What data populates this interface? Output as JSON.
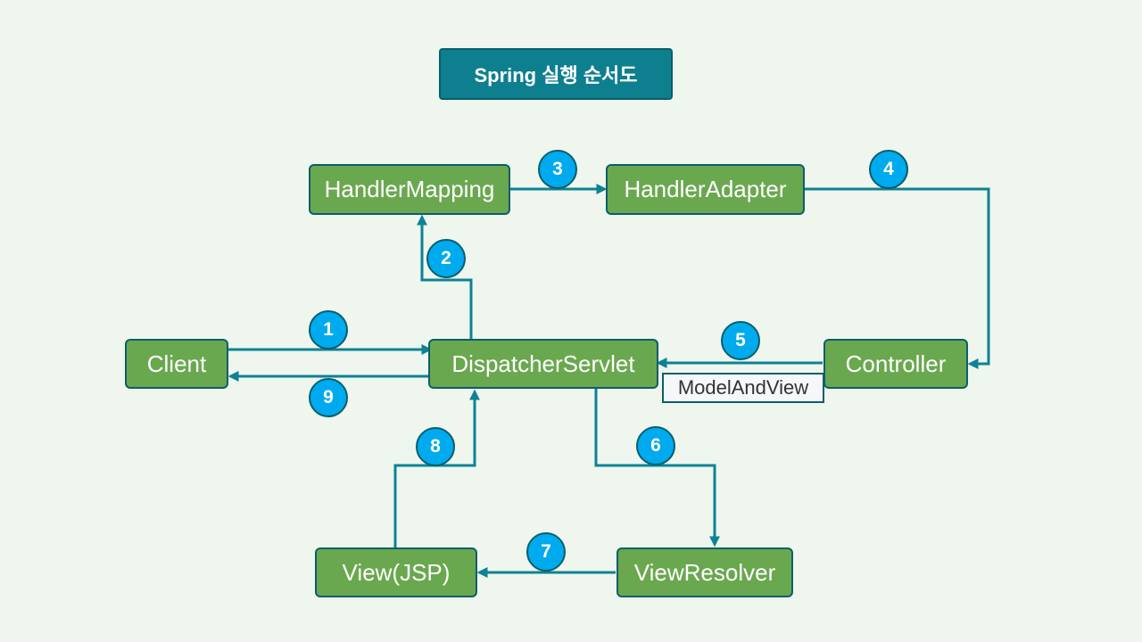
{
  "title": "Spring 실행 순서도",
  "nodes": {
    "client": "Client",
    "dispatcher": "DispatcherServlet",
    "handler_mapping": "HandlerMapping",
    "handler_adapter": "HandlerAdapter",
    "controller": "Controller",
    "view_resolver": "ViewResolver",
    "view": "View(JSP)"
  },
  "model_and_view": "ModelAndView",
  "steps": [
    "1",
    "2",
    "3",
    "4",
    "5",
    "6",
    "7",
    "8",
    "9"
  ],
  "colors": {
    "background": "#eef6ee",
    "node_fill": "#6aa84f",
    "title_fill": "#0e7f8e",
    "arrow": "#0e8294",
    "badge_fill": "#00aaee"
  }
}
